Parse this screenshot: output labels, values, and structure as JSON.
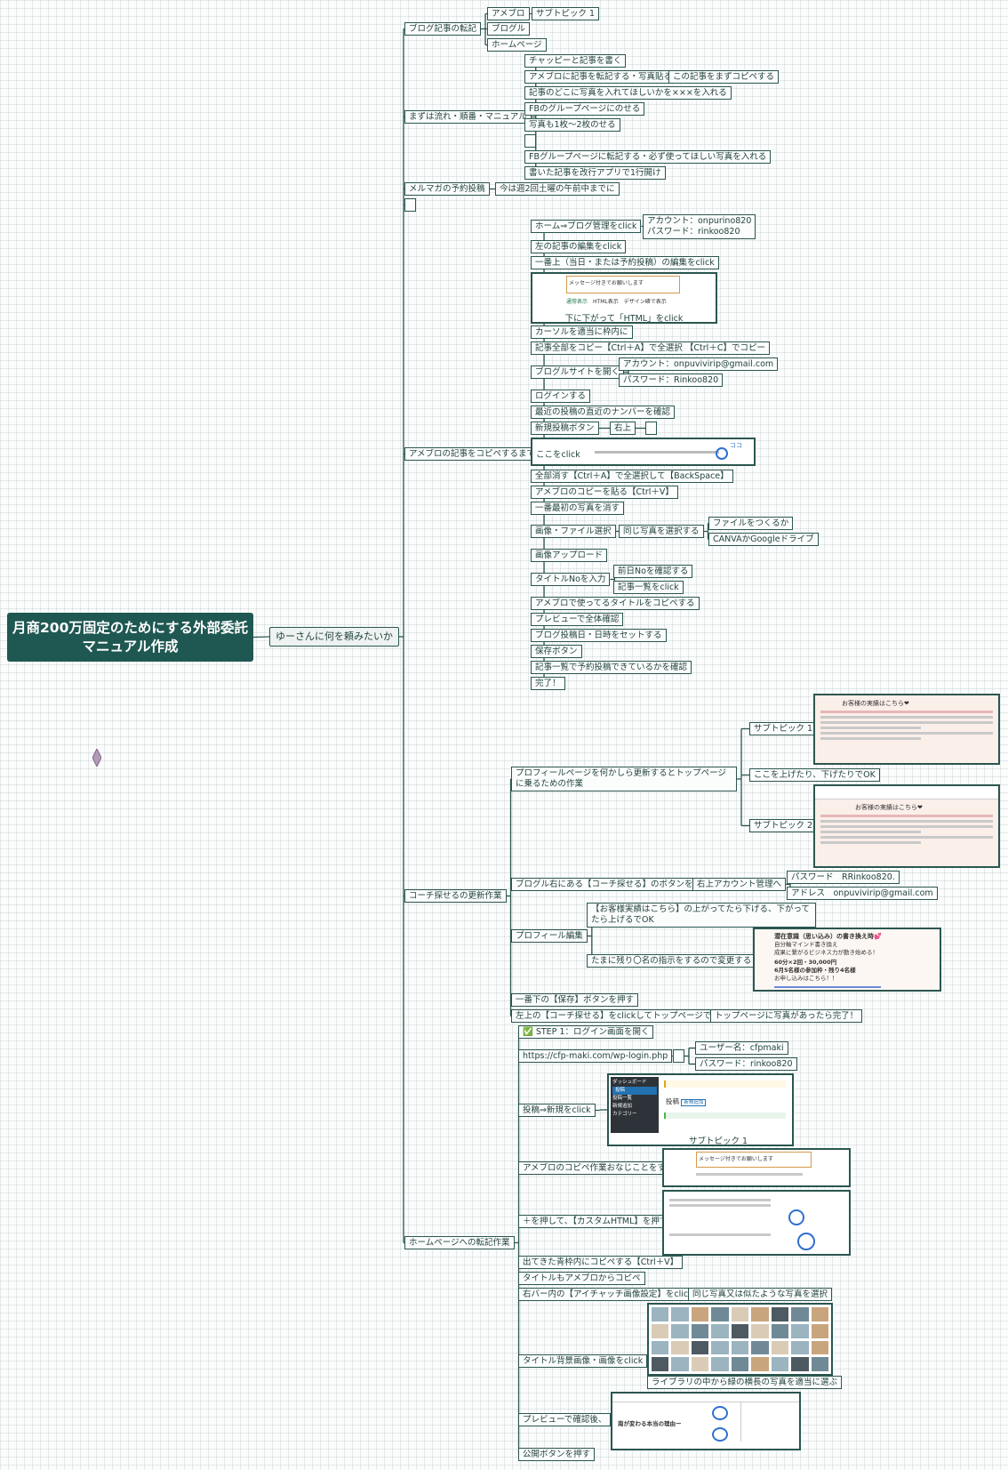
{
  "root": {
    "title": "月商200万固定のためにする外部委託マニュアル作成"
  },
  "level1": {
    "label": "ゆーさんに何を頼みたいか"
  },
  "b1": {
    "label": "ブログ記事の転記",
    "c1": "アメブロ",
    "c1a": "サブトピック 1",
    "c2": "ブログル",
    "c3": "ホームページ"
  },
  "b2": {
    "label": "まずは流れ・順番・マニュアル",
    "c1": "チャッピーと記事を書く",
    "c2": "アメブロに記事を転記する・写真貼る",
    "c2a": "この記事をまずコピペする",
    "c3": "記事のどこに写真を入れてほしいかを×××を入れる",
    "c4": "FBのグループページにのせる",
    "c5": "写真も1枚〜2枚のせる",
    "c6": "",
    "c7": "FBグループページに転記する・必ず使ってほしい写真を入れる",
    "c8": "書いた記事を改行アプリで1行開け"
  },
  "b3": {
    "label": "メルマガの予約投稿",
    "c1": "今は週2回土曜の午前中までに"
  },
  "b4": {
    "label": ""
  },
  "b5": {
    "label": "アメブロの記事をコピペするまで",
    "c1": "ホーム⇒ブログ管理をclick",
    "c1a1": "アカウント：onpurino820",
    "c1a2": "パスワード：rinkoo820",
    "c2": "左の記事の編集をclick",
    "c3": "一番上（当日・または予約投稿）の編集をclick",
    "img1_cap": "下に下がって「HTML」をclick",
    "img1_text1": "メッセージ付きでお願いします",
    "img1_opt1": "通常表示",
    "img1_opt2": "HTML表示",
    "img1_opt3": "デザイン確で表示",
    "c4": "カーソルを適当に枠内に",
    "c5": "記事全部をコピー【Ctrl＋A】で全選択 【Ctrl＋C】でコピー",
    "c6": "ブログルサイトを開く",
    "c6a1": "アカウント：onpuvivirip@gmail.com",
    "c6a2": "パスワード：Rinkoo820",
    "c7": "ログインする",
    "c8": "最近の投稿の直近のナンバーを確認",
    "c9": "新規投稿ボタン",
    "c9a": "右上",
    "c9b": "",
    "img2_label": "ここをclick",
    "img2_note": "ココ",
    "c10": "全部消す【Ctrl＋A】で全選択して【BackSpace】",
    "c11": "アメブロのコピーを貼る【Ctrl＋V】",
    "c12": "一番最初の写真を消す",
    "c13": "画像・ファイル選択",
    "c13a": "同じ写真を選択する",
    "c13a1": "ファイルをつくるか",
    "c13a2": "CANVAかGoogleドライブ",
    "c14": "画像アップロード",
    "c15": "タイトルNoを入力",
    "c15a1": "前日Noを確認する",
    "c15a2": "記事一覧をclick",
    "c16": "アメブロで使ってるタイトルをコピペする",
    "c17": "プレビューで全体確認",
    "c18": "ブログ投稿日・日時をセットする",
    "c19": "保存ボタン",
    "c20": "記事一覧で予約投稿できているかを確認",
    "c21": "完了！"
  },
  "b6": {
    "label": "コーチ探せるの更新作業",
    "c1": "プロフィールページを何かしら更新するとトップページに乗るための作業",
    "c1a": "サブトピック 1",
    "c1b": "ここを上げたり、下げたりでOK",
    "c1c": "サブトピック 2",
    "img3_title": "お客様の実績はこちら❤",
    "img4_title": "お客様の実績はこちら❤",
    "c2": "ブログル右にある【コーチ探せる】のボタンをclick",
    "c2a": "右上アカウント管理へ",
    "c2a1": "パスワード　RRinkoo820.",
    "c2a2": "アドレス　onpuvivirip@gmail.com",
    "c3": "プロフィール編集",
    "c3a": "【お客様実績はこちら】の上がってたら下げる、下がってたら上げるでOK",
    "c3b": "たまに残り〇名の指示をするので変更する",
    "img5_title": "潜在意識（思い込み）の書き換え時💕",
    "img5_l1": "自分軸マインド書き換え",
    "img5_l2": "成果に繋がるビジネス力が動き始める！",
    "img5_l3": "60分×2回・30,000円",
    "img5_l4": "6月5名様の参加枠・残り4名様",
    "img5_l5": "お申し込みはこちら！！",
    "c4": "一番下の【保存】ボタンを押す",
    "c5": "左上の【コーチ探せる】をclickしてトップページで確認",
    "c5a": "トップページに写真があったら完了！"
  },
  "b7": {
    "label": "ホームページへの転記作業",
    "c1": "✅ STEP 1：ログイン画面を開く",
    "c2": "https://cfp-maki.com/wp-login.php",
    "c2a": "",
    "c2a1": "ユーザー名：cfpmaki",
    "c2a2": "パスワード：rinkoo820",
    "c3": "投稿⇒新規をclick",
    "img6_cap": "サブトピック 1",
    "img6_menu1": "ダッシュボード",
    "img6_menu2": "投稿",
    "img6_menu3": "投稿一覧",
    "img6_menu4": "新規追加",
    "img6_menu5": "カテゴリー",
    "img6_title": "投稿",
    "img6_btn": "新規追加",
    "c4": "アメブロのコピペ作業おなじことをする",
    "img7_text": "メッセージ付きでお願いします",
    "c5": "＋を押して、【カスタムHTML】を押す",
    "c6": "出てきた青枠内にコピペする【Ctrl＋V】",
    "c7": "タイトルもアメブロからコピペ",
    "c8": "右バー内の【アイチャッチ画像設定】をclick",
    "c8a": "同じ写真又は似たような写真を選択",
    "c9": "タイトル背景画像・画像をclick",
    "c9a": "ライブラリの中から緑の横長の写真を適当に選ぶ",
    "c10": "プレビューで確認後、",
    "img9_text": "南が変わる本当の理由ー",
    "c11": "公開ボタンを押す"
  }
}
